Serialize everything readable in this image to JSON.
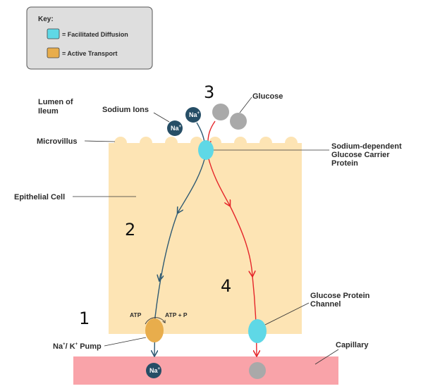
{
  "key": {
    "title": "Key:",
    "facilitated_label": "= Facilitated Diffusion",
    "active_label": "= Active Transport",
    "colors": {
      "facilitated": "#5fd8e6",
      "active": "#e8ad4c"
    }
  },
  "labels": {
    "lumen_line1": "Lumen of",
    "lumen_line2": "Ileum",
    "sodium_ions": "Sodium Ions",
    "glucose": "Glucose",
    "microvillus": "Microvillus",
    "epithelial_cell": "Epithelial Cell",
    "carrier_line1": "Sodium-dependent",
    "carrier_line2": "Glucose Carrier",
    "carrier_line3": "Protein",
    "channel_line1": "Glucose Protein",
    "channel_line2": "Channel",
    "capillary": "Capillary",
    "atp": "ATP",
    "atp_p": "ATP + P",
    "pump_na": "Na",
    "pump_plus1": "+",
    "pump_slash": "/ K",
    "pump_plus2": "+",
    "pump_word": " Pump"
  },
  "ion": {
    "symbol": "Na",
    "charge": "+"
  },
  "numbers": {
    "one": "1",
    "two": "2",
    "three": "3",
    "four": "4"
  },
  "colors": {
    "cell": "#fde4b4",
    "capillary": "#f9a3a9",
    "sodium_ion": "#264e66",
    "glucose_molecule": "#a9a9a9",
    "sodium_path": "#2f5a73",
    "glucose_path": "#e5262a",
    "key_box": "#dedede"
  }
}
